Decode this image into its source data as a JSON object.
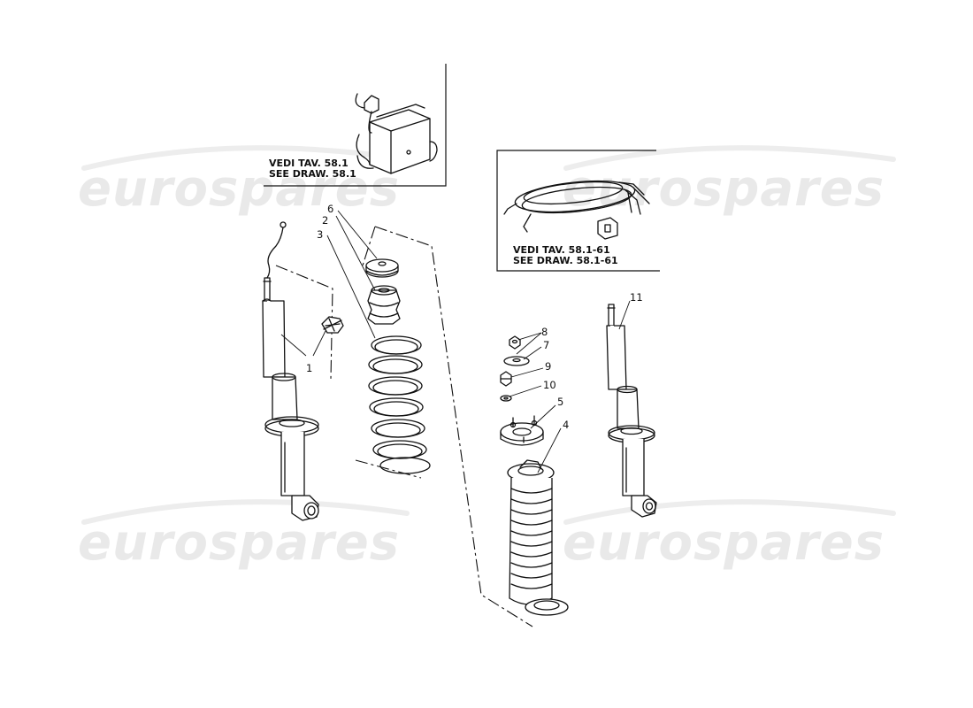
{
  "watermark": {
    "text": "eurospares",
    "color": "#e9e9e9"
  },
  "references": {
    "control_unit": {
      "line1": "VEDI TAV. 58.1",
      "line2": "SEE DRAW. 58.1"
    },
    "wiring_harness": {
      "line1": "VEDI TAV. 58.1-61",
      "line2": "SEE DRAW. 58.1-61"
    }
  },
  "callouts": [
    "1",
    "2",
    "3",
    "4",
    "5",
    "6",
    "7",
    "8",
    "9",
    "10",
    "11"
  ],
  "line_color": "#111111"
}
